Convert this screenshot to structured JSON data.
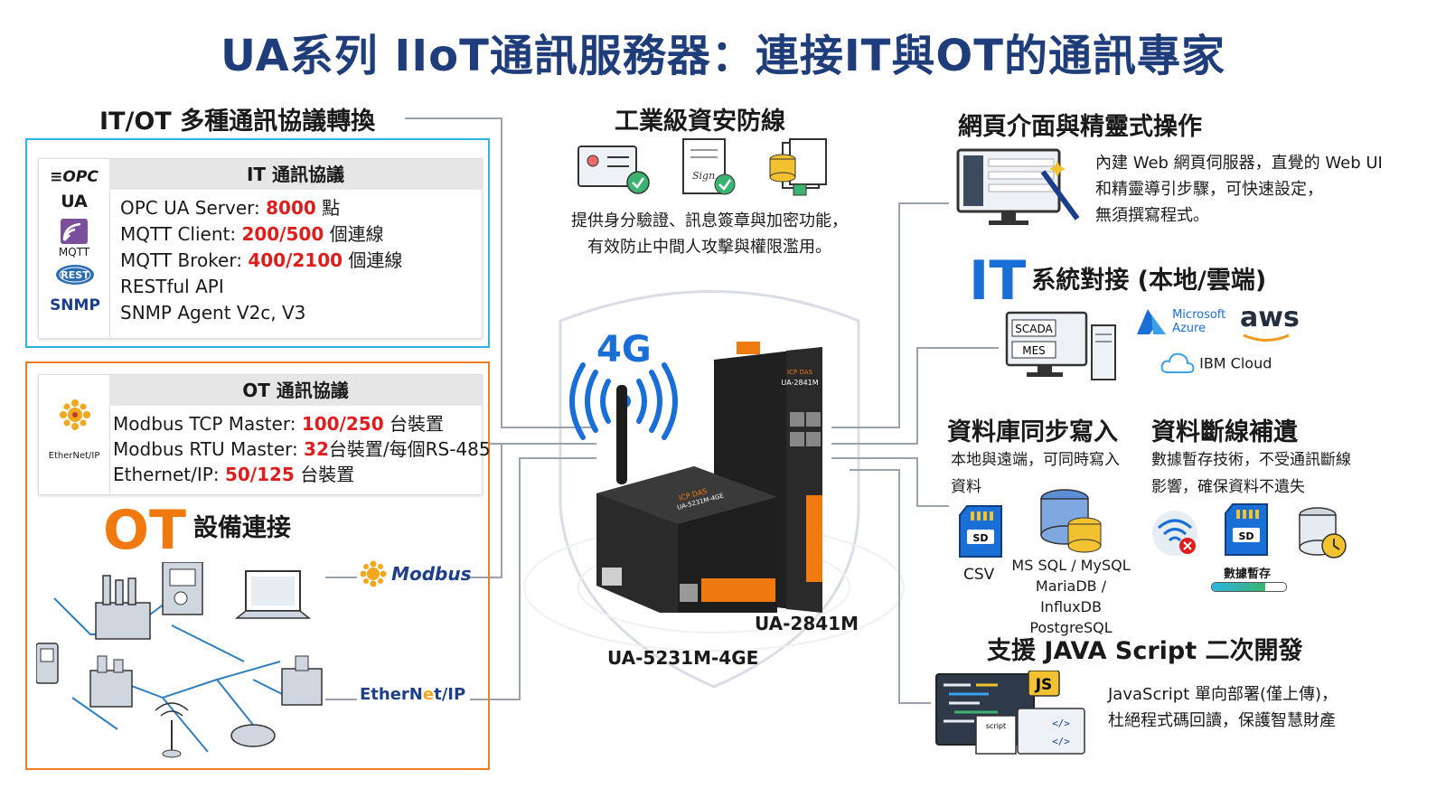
{
  "title": "UA系列 IIoT通訊服務器：連接IT與OT的通訊專家",
  "it_ot": {
    "title": "IT/OT 多種通訊協議轉換",
    "it_panel": {
      "header": "IT 通訊協議",
      "logos": [
        "OPC UA",
        "MQTT",
        "REST",
        "SNMP"
      ],
      "lines": [
        {
          "pre": "OPC UA Server: ",
          "hl": "8000",
          "post": " 點"
        },
        {
          "pre": "MQTT Client: ",
          "hl": "200/500",
          "post": " 個連線"
        },
        {
          "pre": "MQTT Broker: ",
          "hl": "400/2100",
          "post": " 個連線"
        },
        {
          "pre": "RESTful API",
          "hl": "",
          "post": ""
        },
        {
          "pre": "SNMP Agent V2c, V3",
          "hl": "",
          "post": ""
        }
      ]
    },
    "ot_panel": {
      "header": "OT 通訊協議",
      "logo": "EtherNet/IP",
      "lines": [
        {
          "pre": "Modbus TCP Master: ",
          "hl": "100/250",
          "post": " 台裝置"
        },
        {
          "pre": "Modbus RTU Master: ",
          "hl": "32",
          "post": "台裝置/每個RS-485"
        },
        {
          "pre": "Ethernet/IP: ",
          "hl": "50/125",
          "post": " 台裝置"
        }
      ]
    },
    "ot_device_title_big": "OT",
    "ot_device_title_rest": "設備連接",
    "modbus_logo": "Modbus",
    "ethernetip_logo_a": "EtherN",
    "ethernetip_logo_b": "t/IP"
  },
  "security": {
    "title": "工業級資安防線",
    "desc_line1": "提供身分驗證、訊息簽章與加密功能，",
    "desc_line2": "有效防止中間人攻擊與權限濫用。"
  },
  "devices": {
    "fourg": "4G",
    "model_a": "UA-2841M",
    "model_b": "UA-5231M-4GE",
    "label_a": "UA-2841M",
    "label_b": "UA-5231M-4GE",
    "brand": "ICP DAS"
  },
  "web": {
    "title": "網頁介面與精靈式操作",
    "line1": "內建 Web 網頁伺服器，直覺的 Web UI",
    "line2": "和精靈導引步驟，可快速設定，",
    "line3": "無須撰寫程式。"
  },
  "it_system": {
    "title_big": "IT",
    "title_rest": "系統對接 (本地/雲端)",
    "scada": "SCADA",
    "mes": "MES",
    "azure_a": "Microsoft",
    "azure_b": "Azure",
    "aws": "aws",
    "ibm": "IBM Cloud"
  },
  "db": {
    "title": "資料庫同步寫入",
    "line1": "本地與遠端，可同時寫入",
    "line2": "資料",
    "sd": "SD",
    "csv": "CSV",
    "db_line1": "MS SQL / MySQL",
    "db_line2": "MariaDB / InfluxDB",
    "db_line3": "PostgreSQL"
  },
  "backfill": {
    "title": "資料斷線補遺",
    "line1": "數據暫存技術，不受通訊斷線",
    "line2": "影響，確保資料不遺失",
    "sd": "SD",
    "temp": "數據暫存"
  },
  "js": {
    "title": "支援 JAVA Script 二次開發",
    "badge": "JS",
    "script_tag": "script",
    "code_tag": "</>",
    "line1": "JavaScript 單向部署(僅上傳)，",
    "line2": "杜絕程式碼回讀，保護智慧財產"
  },
  "colors": {
    "title_blue": "#1f3d7a",
    "it_border": "#2bb5e0",
    "ot_border": "#ef7d22",
    "highlight_red": "#e01d1d",
    "it_blue": "#1a6fd6",
    "ot_orange": "#f07a10"
  }
}
